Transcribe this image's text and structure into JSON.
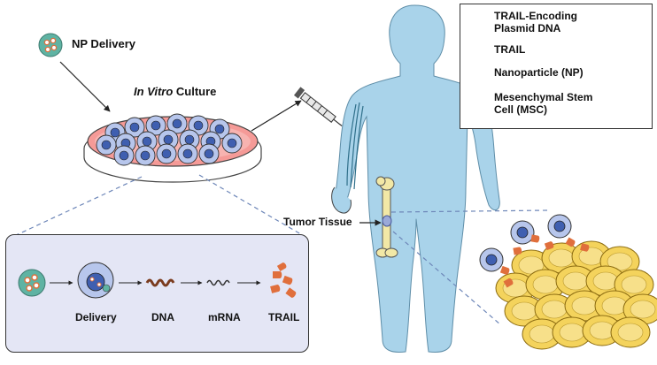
{
  "labels": {
    "np_delivery": "NP Delivery",
    "culture_italic": "In Vitro",
    "culture_rest": " Culture",
    "tumor_tissue": "Tumor Tissue"
  },
  "legend": {
    "items": [
      {
        "icon": "plasmid-ring-icon",
        "label_line1": "TRAIL-Encoding",
        "label_line2": "Plasmid DNA"
      },
      {
        "icon": "trail-protein-icon",
        "label_line1": "TRAIL",
        "label_line2": ""
      },
      {
        "icon": "nanoparticle-icon",
        "label_line1": "Nanoparticle (NP)",
        "label_line2": ""
      },
      {
        "icon": "msc-cell-icon",
        "label_line1": "Mesenchymal Stem",
        "label_line2": "Cell (MSC)"
      }
    ]
  },
  "process": {
    "steps": [
      "Delivery",
      "DNA",
      "mRNA",
      "TRAIL"
    ]
  },
  "colors": {
    "body": "#a9d3ea",
    "cell": "#b7c6ec",
    "nucleus": "#3f5fb0",
    "nanoparticle": "#5fb3a3",
    "trail": "#e06f3c",
    "tumor": "#f4d35c",
    "dish": "#f59a97",
    "inset_bg": "#e4e6f5"
  }
}
